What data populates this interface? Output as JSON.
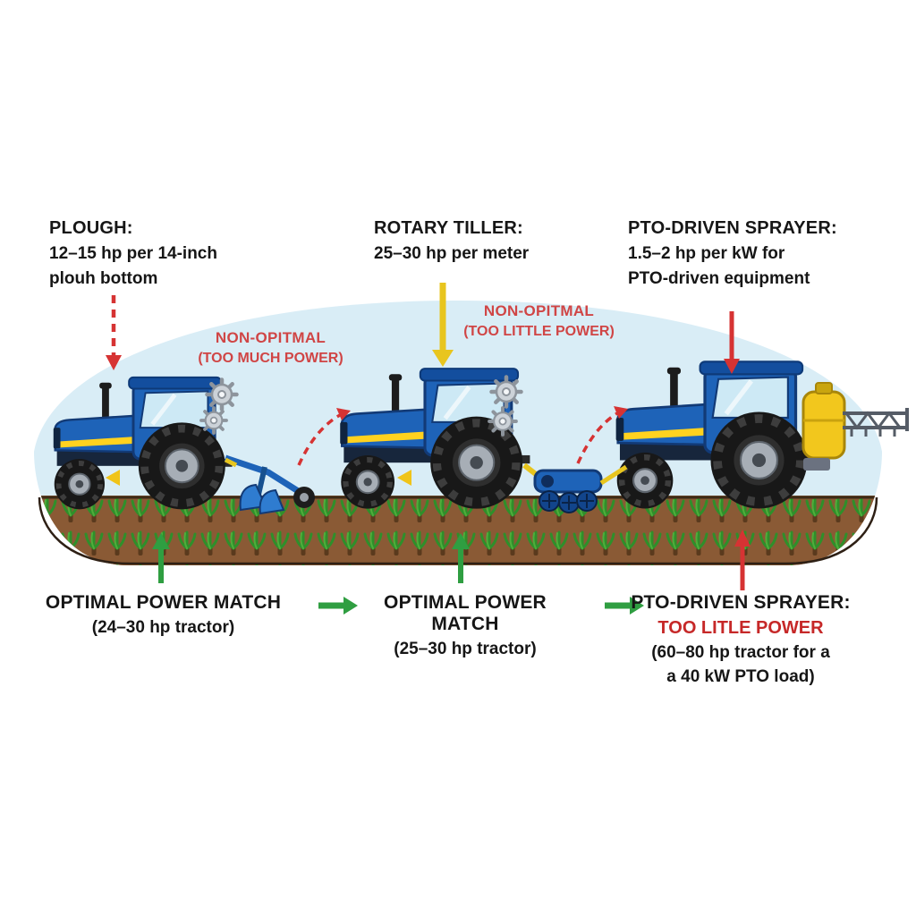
{
  "top_labels": {
    "plough": {
      "heading": "PLOUGH:",
      "lines": [
        "12–15 hp per 14-inch",
        "plouh bottom"
      ]
    },
    "rotary_tiller": {
      "heading": "ROTARY TILLER:",
      "lines": [
        "25–30 hp per meter"
      ]
    },
    "pto_sprayer": {
      "heading": "PTO-DRIVEN SPRAYER:",
      "lines": [
        "1.5–2 hp per kW for",
        "PTO-driven equipment"
      ]
    }
  },
  "scene_annotations": {
    "non_optimal_left": {
      "line1": "NON-OPITMAL",
      "line2": "(TOO MUCH POWER)"
    },
    "non_optimal_center": {
      "line1": "NON-OPITMAL",
      "line2": "(TOO LITTLE POWER)"
    }
  },
  "bottom_labels": {
    "left": {
      "heading": "OPTIMAL POWER MATCH",
      "sub": "(24–30 hp tractor)"
    },
    "center": {
      "heading": "OPTIMAL POWER MATCH",
      "sub": "(25–30 hp tractor)"
    },
    "right": {
      "heading": "PTO-DRIVEN SPRAYER:",
      "warning": "TOO LITLE POWER",
      "sub1": "(60–80 hp tractor for a",
      "sub2": "a 40 kW PTO load)"
    }
  },
  "icons": {
    "gear-icon": "gear",
    "down-arrow-icon": "↓",
    "up-arrow-icon": "↑",
    "right-arrow-icon": "→",
    "curved-dashed-arrow-icon": "⤴"
  },
  "colors": {
    "sky": "#d9edf6",
    "soil": "#8a5a35",
    "crop-green": "#2f8f2a",
    "tractor-blue": "#1e63b8",
    "accent-yellow": "#e8c51e",
    "arrow-red": "#d63333",
    "arrow-green": "#2f9e41",
    "note-red": "#d04545",
    "warn-red": "#c62828",
    "text": "#161616"
  }
}
